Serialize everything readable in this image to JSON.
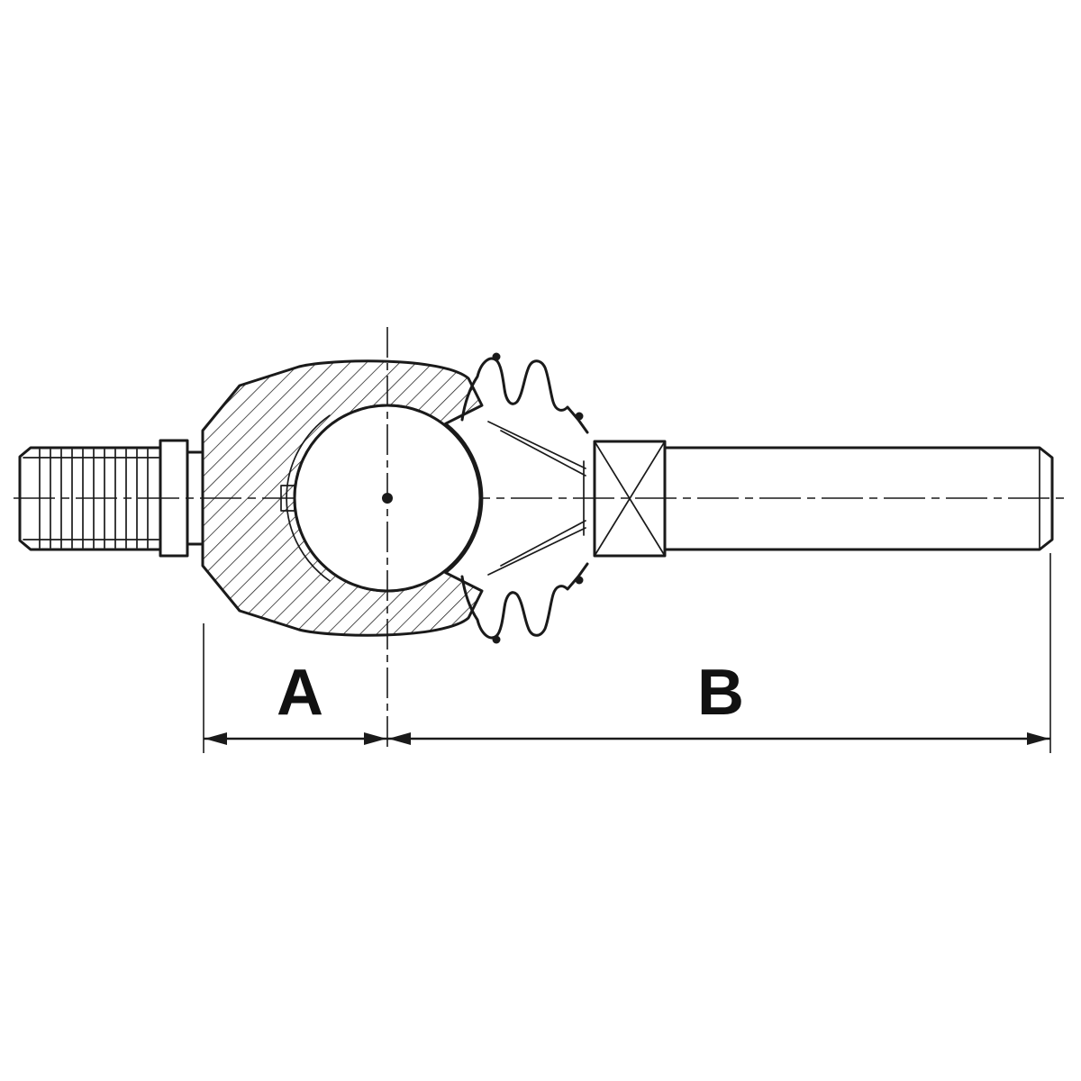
{
  "page": {
    "background_color": "#ffffff",
    "ink_color": "#1a1a1a"
  },
  "diagram": {
    "kind": "axial-joint-cross-section-drawing",
    "dimensions": {
      "a": {
        "label": "A"
      },
      "b": {
        "label": "B"
      }
    }
  }
}
